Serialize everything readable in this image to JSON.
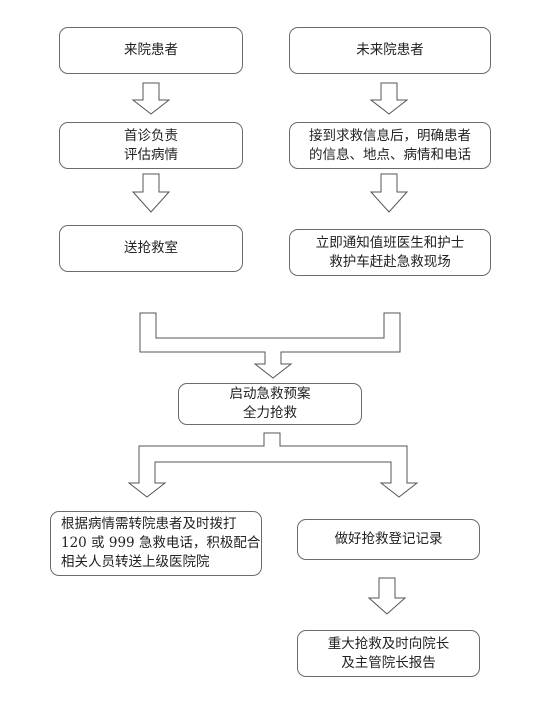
{
  "flowchart": {
    "boxes": {
      "came_to_hospital": "来院患者",
      "not_came": "未来院患者",
      "first_doctor": "首诊负责\n评估病情",
      "receive_info": "接到求救信息后，明确患者\n的信息、地点、病情和电话",
      "send_rescue_room": "送抢救室",
      "notify_team": "立即通知值班医生和护士\n救护车赶赴急救现场",
      "start_plan": "启动急救预案\n全力抢救",
      "transfer": "根据病情需转院患者及时拨打\n120 或 999 急救电话，积极配合\n相关人员转送上级医院院",
      "record": "做好抢救登记记录",
      "report": "重大抢救及时向院长\n及主管院长报告"
    }
  }
}
